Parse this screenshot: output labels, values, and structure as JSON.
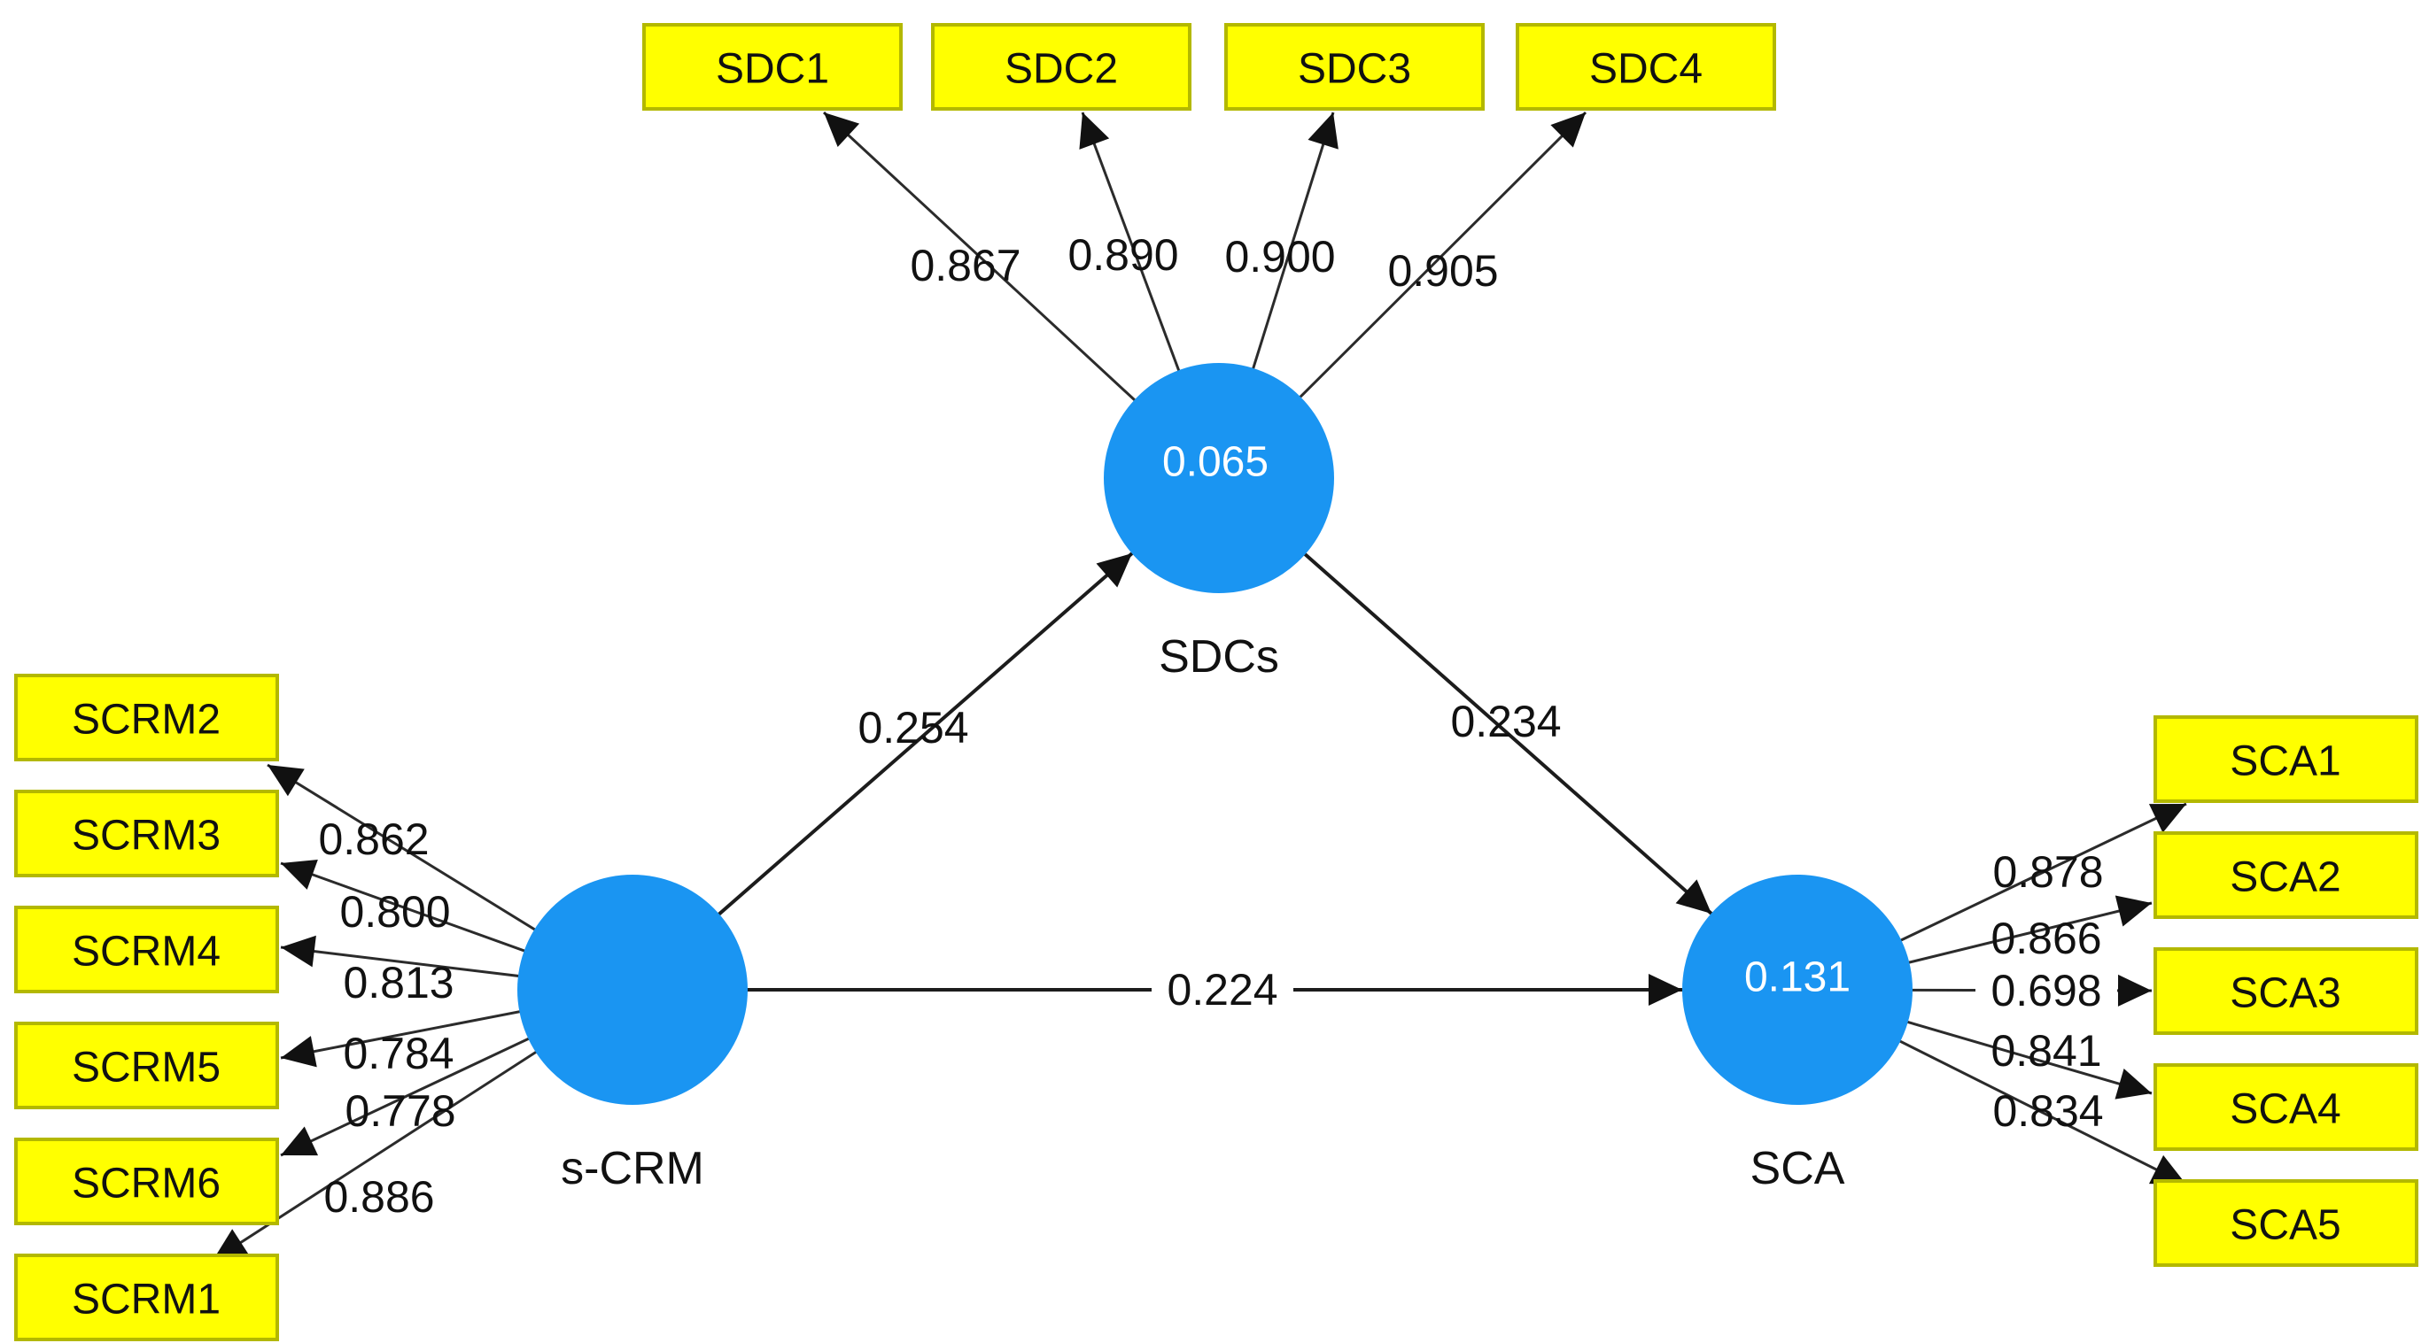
{
  "diagram": {
    "type": "PLS-SEM path model",
    "colors": {
      "construct_fill": "#1A95F2",
      "indicator_fill": "#FFFF00",
      "indicator_border": "#B3B800",
      "connector": "#2B2B2B",
      "construct_value_text": "#FFFFFF",
      "label_text": "#111111"
    },
    "constructs": [
      {
        "id": "sdcs",
        "label": "SDCs",
        "r_squared": "0.065"
      },
      {
        "id": "scrm",
        "label": "s-CRM",
        "r_squared": ""
      },
      {
        "id": "sca",
        "label": "SCA",
        "r_squared": "0.131"
      }
    ],
    "structural_paths": [
      {
        "from": "s-CRM",
        "to": "SDCs",
        "coefficient": "0.254"
      },
      {
        "from": "SDCs",
        "to": "SCA",
        "coefficient": "0.234"
      },
      {
        "from": "s-CRM",
        "to": "SCA",
        "coefficient": "0.224"
      }
    ],
    "measurement": {
      "sdcs": {
        "indicators": [
          {
            "label": "SDC1",
            "loading": "0.867"
          },
          {
            "label": "SDC2",
            "loading": "0.890"
          },
          {
            "label": "SDC3",
            "loading": "0.900"
          },
          {
            "label": "SDC4",
            "loading": "0.905"
          }
        ]
      },
      "scrm": {
        "indicators": [
          {
            "label": "SCRM2",
            "loading": "0.862"
          },
          {
            "label": "SCRM3",
            "loading": "0.800"
          },
          {
            "label": "SCRM4",
            "loading": "0.813"
          },
          {
            "label": "SCRM5",
            "loading": "0.784"
          },
          {
            "label": "SCRM6",
            "loading": "0.778"
          },
          {
            "label": "SCRM1",
            "loading": "0.886"
          }
        ]
      },
      "sca": {
        "indicators": [
          {
            "label": "SCA1",
            "loading": "0.878"
          },
          {
            "label": "SCA2",
            "loading": "0.866"
          },
          {
            "label": "SCA3",
            "loading": "0.698"
          },
          {
            "label": "SCA4",
            "loading": "0.841"
          },
          {
            "label": "SCA5",
            "loading": "0.834"
          }
        ]
      }
    }
  }
}
